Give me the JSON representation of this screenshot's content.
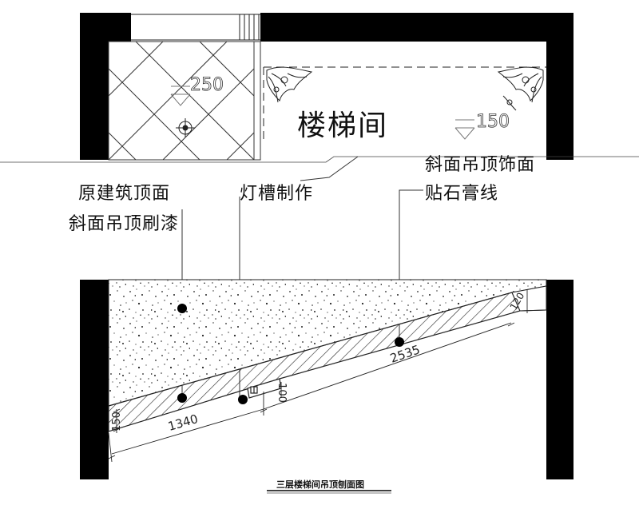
{
  "plan": {
    "room_name": "楼梯间",
    "level_left": "250",
    "level_right": "150"
  },
  "callouts": {
    "original_ceiling_line1": "原建筑顶面",
    "original_ceiling_line2": "斜面吊顶刷漆",
    "light_trough": "灯槽制作",
    "gypsum_line1": "斜面吊顶饰面",
    "gypsum_line2": "贴石膏线"
  },
  "section": {
    "dim_1340": "1340",
    "dim_2535": "2535",
    "dim_100": "100",
    "dim_150": "150",
    "dim_120": "120"
  },
  "caption": "三层楼梯间吊顶刨面图"
}
